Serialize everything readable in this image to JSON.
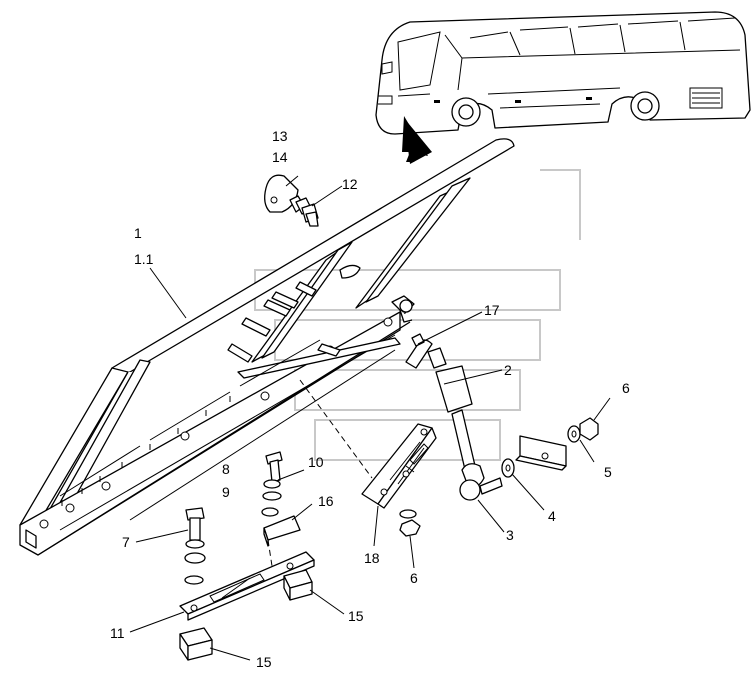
{
  "labels": {
    "l13": "13",
    "l14": "14",
    "l12": "12",
    "l1": "1",
    "l1_1": "1.1",
    "l17": "17",
    "l2": "2",
    "l6_top": "6",
    "l5": "5",
    "l4": "4",
    "l3": "3",
    "l8": "8",
    "l9": "9",
    "l10": "10",
    "l16": "16",
    "l7": "7",
    "l18": "18",
    "l6_bottom": "6",
    "l15_right": "15",
    "l11": "11",
    "l15_bottom": "15"
  }
}
